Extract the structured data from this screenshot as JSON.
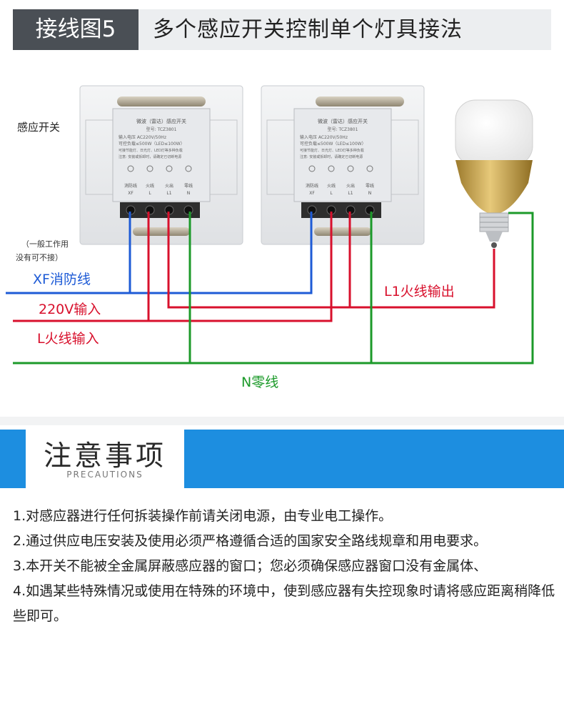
{
  "title": {
    "tag": "接线图5",
    "text": "多个感应开关控制单个灯具接法"
  },
  "diagram": {
    "labels": {
      "sensor_switch": "感应开关",
      "note_line1": "（一般工作用",
      "note_line2": "没有可不接）",
      "xf": "XF消防线",
      "v220": "220V输入",
      "l_in": "L火线输入",
      "l1_out": "L1火线输出",
      "n": "N零线"
    },
    "switch_face": {
      "heading": "微波（雷达）感应开关",
      "model": "型号: TCZ3801",
      "spec1": "输入电压 AC220V/50Hz",
      "spec2": "可控负载≤500W（LED≤100W）",
      "spec3": "可接节能灯、日光灯、LED灯等多种负载",
      "spec4": "注意: 安装或拆卸时，请确定已切断电源",
      "terminals": [
        "消防线",
        "火线",
        "火出",
        "零线"
      ],
      "codes": [
        "XF",
        "L",
        "L1",
        "N"
      ]
    },
    "colors": {
      "blue": "#1e5bd6",
      "red": "#d8102c",
      "green": "#1c9a2a",
      "gold": "#c7a046"
    }
  },
  "notice": {
    "title": "注意事项",
    "subtitle": "PRECAUTIONS"
  },
  "notes": [
    "1.对感应器进行任何拆装操作前请关闭电源，由专业电工操作。",
    "2.通过供应电压安装及使用必须严格遵循合适的国家安全路线规章和用电要求。",
    "3.本开关不能被全金属屏蔽感应器的窗口；您必须确保感应器窗口没有金属体、",
    "4.如遇某些特殊情况或使用在特殊的环境中，使到感应器有失控现象时请将感应距离稍降低些即可。"
  ]
}
